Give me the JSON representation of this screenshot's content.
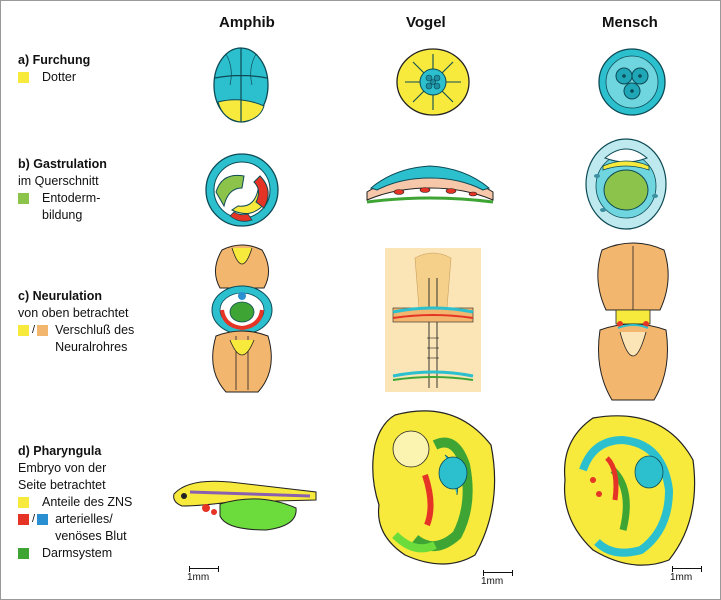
{
  "columns": [
    "Amphib",
    "Vogel",
    "Mensch"
  ],
  "rows": {
    "a": {
      "title": "a) Furchung",
      "legend": [
        {
          "color": "#f7ea3d",
          "label": "Dotter"
        }
      ]
    },
    "b": {
      "title": "b) Gastrulation",
      "subtitle": "im Querschnitt",
      "legend": [
        {
          "color": "#8cc34a",
          "label_line1": "Entoderm-",
          "label_line2": "bildung"
        }
      ]
    },
    "c": {
      "title": "c) Neurulation",
      "subtitle": "von oben betrachtet",
      "separator": "/",
      "legend_colors": [
        "#f7ea3d",
        "#f3b66e"
      ],
      "label_line1": "Verschluß des",
      "label_line2": "Neuralrohres"
    },
    "d": {
      "title": "d) Pharyngula",
      "subtitle_line1": "Embryo von der",
      "subtitle_line2": "Seite betrachtet",
      "legend": [
        {
          "colors": [
            "#f7ea3d"
          ],
          "label": "Anteile des ZNS"
        },
        {
          "colors": [
            "#e53325",
            "#2a8fd0"
          ],
          "separator": "/",
          "label_line1": "arterielles/",
          "label_line2": "venöses Blut"
        },
        {
          "colors": [
            "#3ea535"
          ],
          "label": "Darmsystem"
        }
      ]
    }
  },
  "scale_labels": [
    "1mm",
    "1mm",
    "1mm"
  ]
}
